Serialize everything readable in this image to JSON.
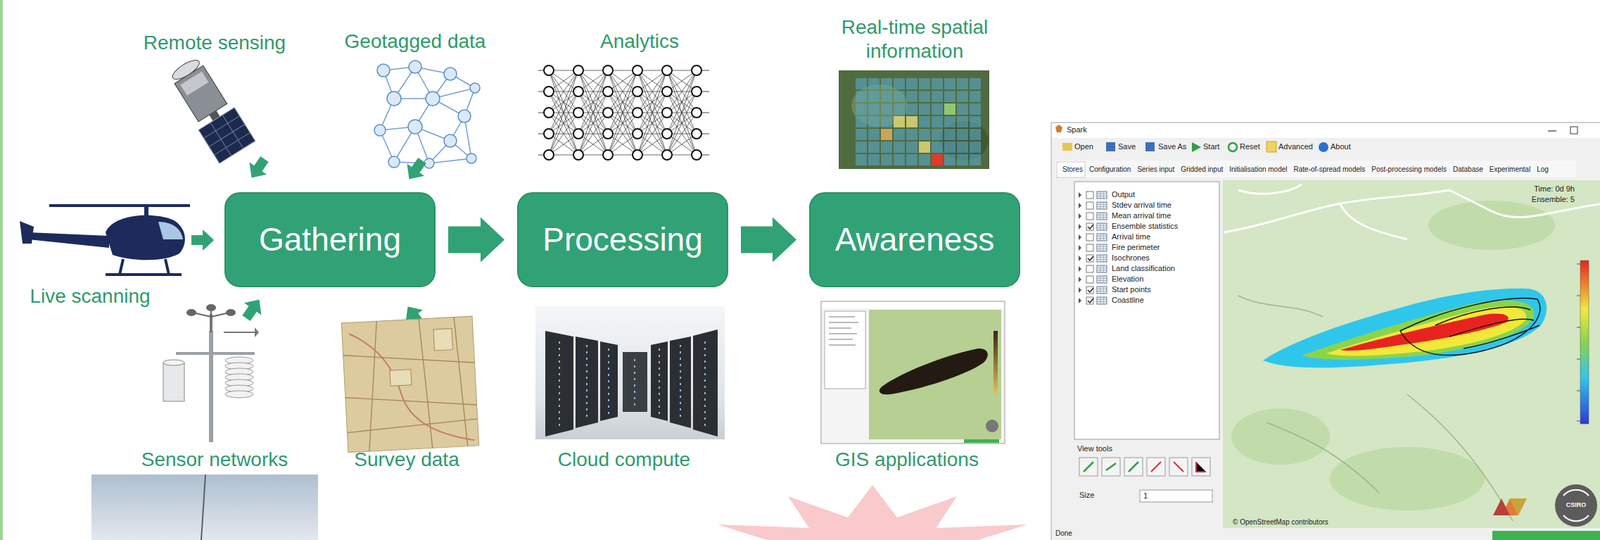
{
  "diagram": {
    "nodes": [
      {
        "text": [
          "Gathering"
        ]
      },
      {
        "text": [
          "Processing"
        ]
      },
      {
        "text": [
          "Awareness"
        ]
      }
    ],
    "edges": [
      {
        "from": 0,
        "to": 1,
        "arrow": "to"
      },
      {
        "from": 1,
        "to": 2,
        "arrow": "to"
      }
    ],
    "labels": [
      "Remote sensing",
      "Geotagged data",
      "Analytics",
      "Real-time spatial information",
      "Live scanning",
      "Sensor networks",
      "Survey data",
      "Cloud compute",
      "GIS applications",
      "Spark",
      "Open",
      "Save",
      "Save As",
      "Start",
      "Reset",
      "Advanced",
      "About",
      "Stores",
      "Configuration",
      "Series input",
      "Gridded input",
      "Initialisation model",
      "Rate-of-spread models",
      "Post-processing models",
      "Database",
      "Experimental",
      "Log",
      "Output",
      "Stdev arrival time",
      "Mean arrival time",
      "Ensemble statistics",
      "Arrival time",
      "Fire perimeter",
      "Isochrones",
      "Land classification",
      "Elevation",
      "Start points",
      "Coastline",
      "View tools",
      "Size",
      "1",
      "Time: 0d 9h",
      "Ensemble: 5",
      "© OpenStreetMap contributors",
      "Done",
      "CSIRO"
    ]
  }
}
